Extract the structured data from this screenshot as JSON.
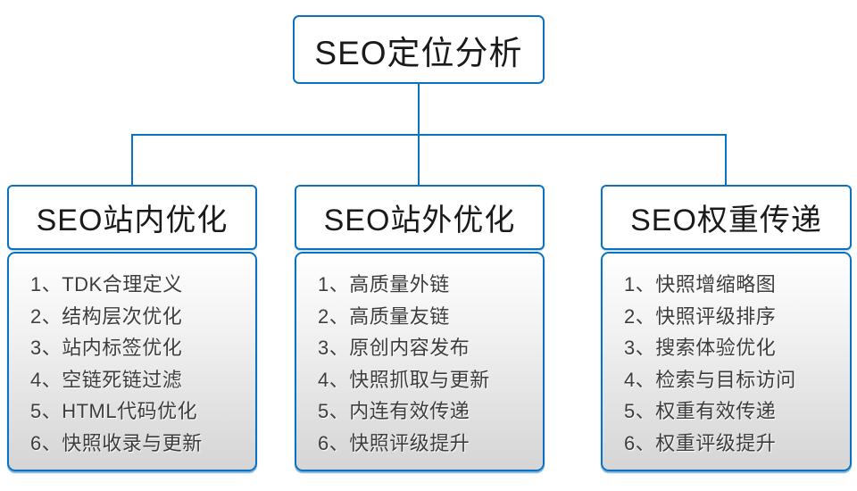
{
  "root": {
    "title": "SEO定位分析"
  },
  "colors": {
    "accent": "#0a72c0",
    "node_text": "#1a1a1a",
    "list_text": "#3d3d3d",
    "list_bg_top": "#ffffff",
    "list_bg_bottom": "#d5d5d5"
  },
  "branches": [
    {
      "title": "SEO站内优化",
      "items": [
        "1、TDK合理定义",
        "2、结构层次优化",
        "3、站内标签优化",
        "4、空链死链过滤",
        "5、HTML代码优化",
        "6、快照收录与更新"
      ]
    },
    {
      "title": "SEO站外优化",
      "items": [
        "1、高质量外链",
        "2、高质量友链",
        "3、原创内容发布",
        "4、快照抓取与更新",
        "5、内连有效传递",
        "6、快照评级提升"
      ]
    },
    {
      "title": "SEO权重传递",
      "items": [
        "1、快照增缩略图",
        "2、快照评级排序",
        "3、搜索体验优化",
        "4、检索与目标访问",
        "5、权重有效传递",
        "6、权重评级提升"
      ]
    }
  ]
}
